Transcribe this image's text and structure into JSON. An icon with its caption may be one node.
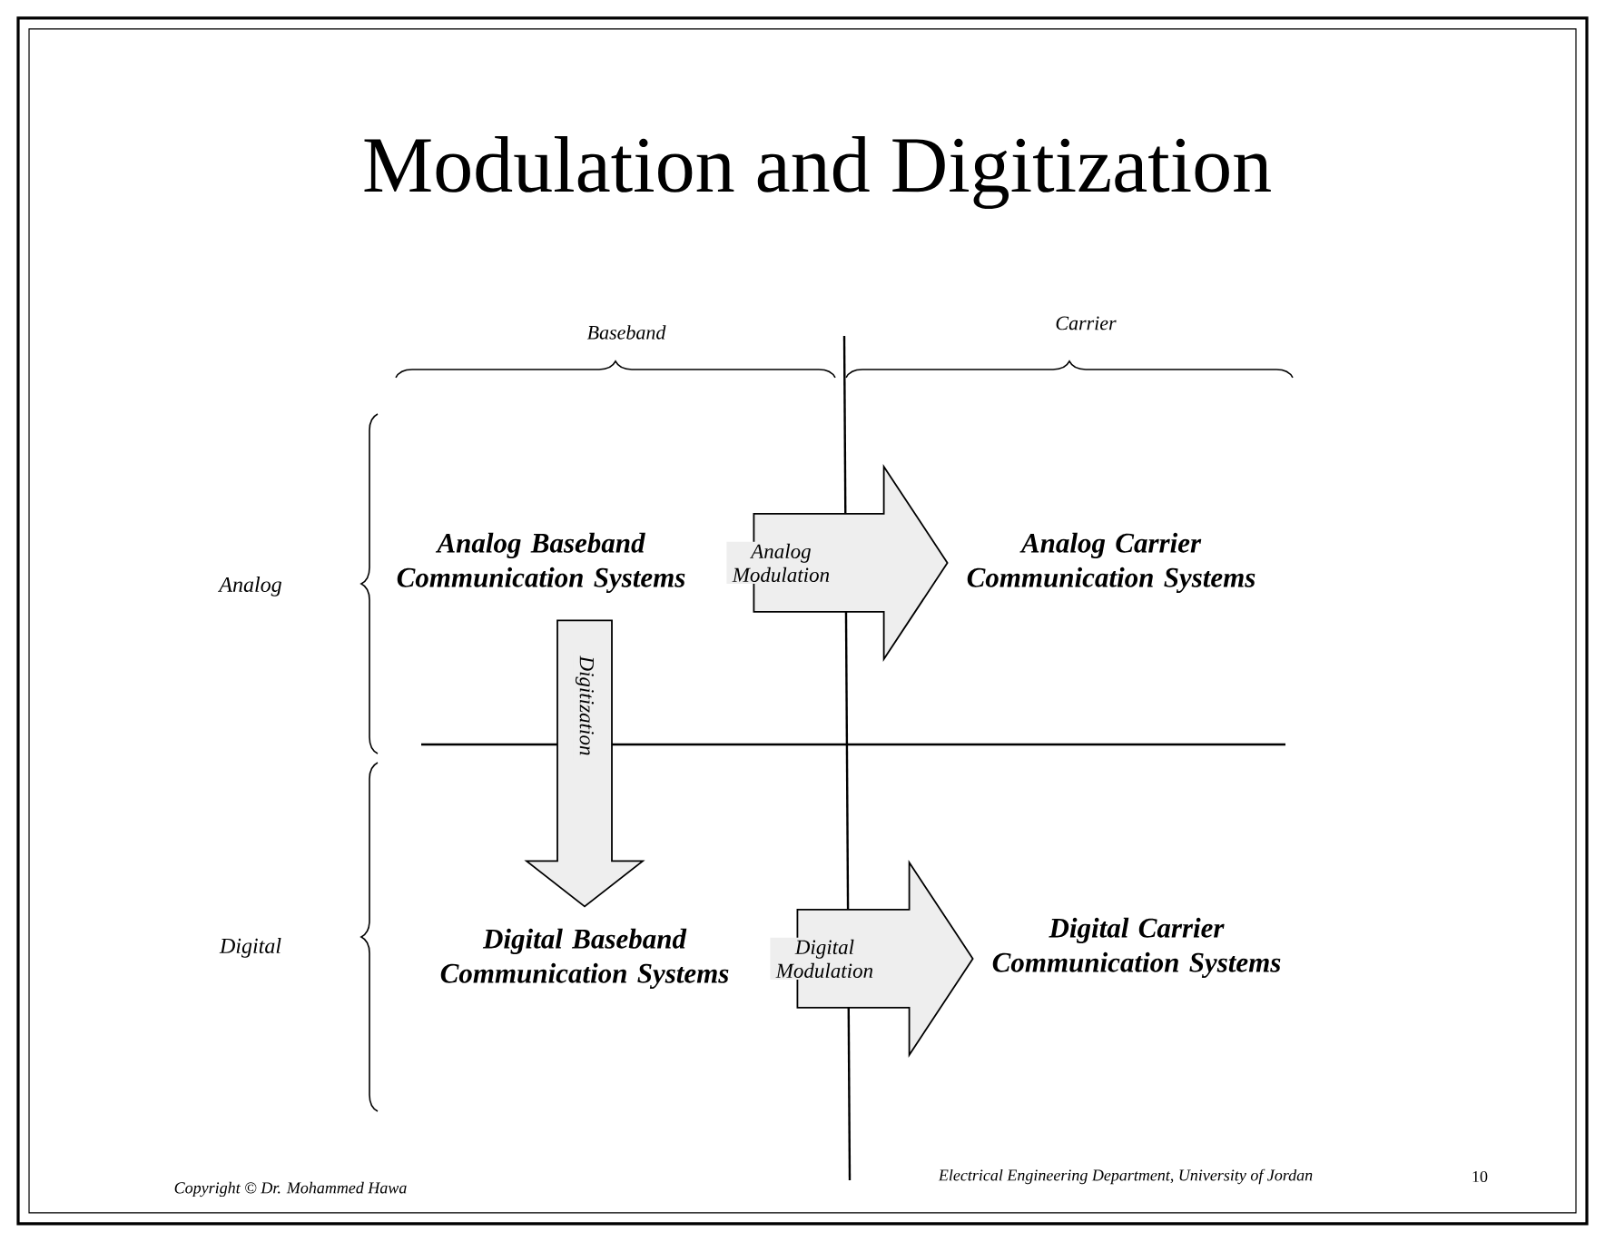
{
  "diagram": {
    "title": "Modulation and Digitization",
    "nodes": [
      {
        "text": [
          "Analog Baseband Communication Systems"
        ]
      },
      {
        "text": [
          "Analog Carrier Communication Systems"
        ]
      },
      {
        "text": [
          "Digital Baseband Communication Systems"
        ]
      },
      {
        "text": [
          "Digital Carrier Communication Systems"
        ]
      }
    ],
    "edges": [
      {
        "from": 0,
        "to": 1,
        "arrow": "to",
        "label": "Analog Modulation"
      },
      {
        "from": 0,
        "to": 2,
        "arrow": "to",
        "label": "Digitization"
      },
      {
        "from": 2,
        "to": 3,
        "arrow": "to",
        "label": "Digital Modulation"
      }
    ],
    "labels": [
      "Baseband",
      "Carrier",
      "Analog",
      "Digital",
      "Copyright © Dr. Mohammed Hawa",
      "Electrical Engineering Department, University of Jordan",
      "10"
    ]
  }
}
